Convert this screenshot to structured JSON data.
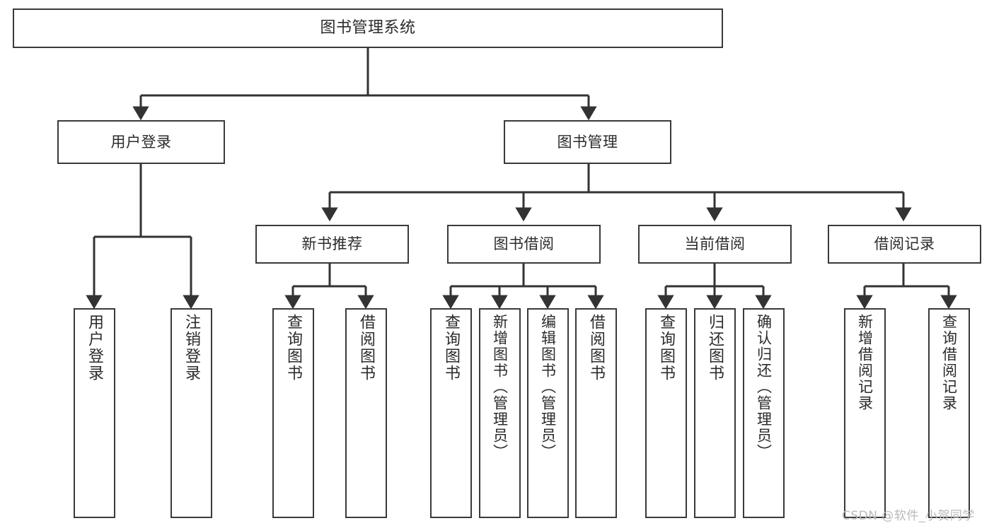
{
  "diagram": {
    "title": "图书管理系统",
    "type": "tree",
    "watermark": "CSDN @软件_小贺同学",
    "colors": {
      "border": "#3a3a3a",
      "background": "#ffffff",
      "text": "#2b2b2b",
      "edge": "#333333",
      "watermark": "#b9b9b9"
    },
    "root": {
      "label": "图书管理系统"
    },
    "level2": [
      {
        "label": "用户登录"
      },
      {
        "label": "图书管理"
      }
    ],
    "level3": [
      {
        "label": "新书推荐"
      },
      {
        "label": "图书借阅"
      },
      {
        "label": "当前借阅"
      },
      {
        "label": "借阅记录"
      }
    ],
    "leaves": {
      "user_login": [
        {
          "label": "用户登录"
        },
        {
          "label": "注销登录"
        }
      ],
      "new_book_recommend": [
        {
          "label": "查询图书"
        },
        {
          "label": "借阅图书"
        }
      ],
      "book_borrow": [
        {
          "label": "查询图书"
        },
        {
          "label": "新增图书（管理员）"
        },
        {
          "label": "编辑图书（管理员）"
        },
        {
          "label": "借阅图书"
        }
      ],
      "current_borrow": [
        {
          "label": "查询图书"
        },
        {
          "label": "归还图书"
        },
        {
          "label": "确认归还（管理员）"
        }
      ],
      "borrow_record": [
        {
          "label": "新增借阅记录"
        },
        {
          "label": "查询借阅记录"
        }
      ]
    }
  }
}
